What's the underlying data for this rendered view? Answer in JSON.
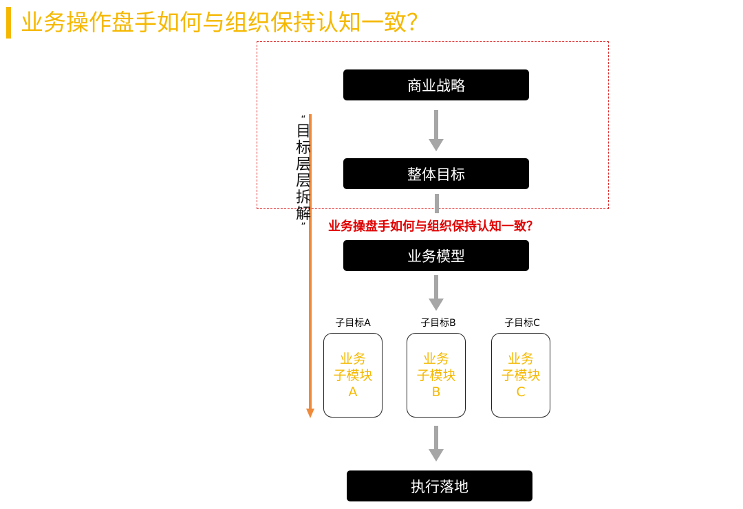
{
  "page_title": "业务操作盘手如何与组织保持认知一致？",
  "vertical_label": {
    "open_quote": "“",
    "chars": [
      "目",
      "标",
      "层",
      "层",
      "拆",
      "解"
    ],
    "close_quote": "”"
  },
  "question_text": "业务操盘手如何与组织保持认知一致？",
  "flow": {
    "strategy": "商业战略",
    "overall_goal": "整体目标",
    "business_model": "业务模型",
    "execution": "执行落地"
  },
  "sub_goals": [
    {
      "label": "子目标A",
      "line1": "业务",
      "line2": "子模块",
      "line3": "A"
    },
    {
      "label": "子目标B",
      "line1": "业务",
      "line2": "子模块",
      "line3": "B"
    },
    {
      "label": "子目标C",
      "line1": "业务",
      "line2": "子模块",
      "line3": "C"
    }
  ],
  "colors": {
    "accent": "#f5b800",
    "arrow_orange": "#ef8a3a",
    "arrow_gray": "#a6a6a6",
    "question_red": "#e00000",
    "dashed_border": "#e03030"
  }
}
